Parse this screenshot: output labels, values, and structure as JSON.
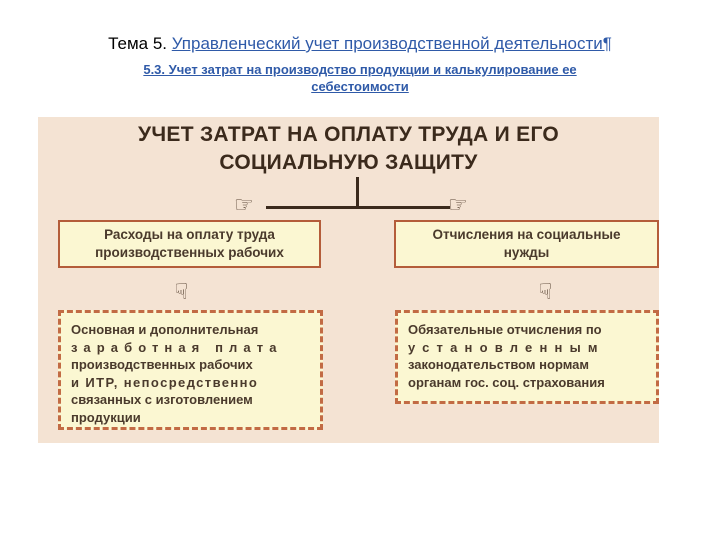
{
  "header": {
    "topic_prefix": "Тема 5.",
    "topic_link": "Управленческий учет производственной деятельности¶",
    "subtopic_line1": "5.3. Учет затрат на производство продукции и калькулирование ее",
    "subtopic_line2": "себестоимости"
  },
  "diagram": {
    "title_line1": "УЧЕТ ЗАТРАТ НА ОПЛАТУ ТРУДА И ЕГО",
    "title_line2": "СОЦИАЛЬНУЮ ЗАЩИТУ",
    "left_box": {
      "line1": "Расходы на оплату труда",
      "line2": "производственных рабочих"
    },
    "right_box": {
      "line1": "Отчисления на социальные",
      "line2": "нужды"
    },
    "left_detail": {
      "lines": [
        "Основная и дополнительная",
        "заработная плата",
        "производственных рабочих",
        "и ИТР, непосредственно",
        "связанных с изготовлением",
        "продукции"
      ]
    },
    "right_detail": {
      "lines": [
        "Обязательные отчисления по",
        "установленным",
        "законодательством нормам",
        "органам гос. соц. страхования"
      ]
    },
    "icons": {
      "pointer_right": "hand-pointing-right-icon",
      "pointer_down": "hand-pointing-down-icon"
    },
    "colors": {
      "panel_bg": "#f4e3d3",
      "box_bg": "#fbf7d2",
      "box_border": "#b45d3a",
      "link_blue": "#2f5aa8"
    }
  }
}
